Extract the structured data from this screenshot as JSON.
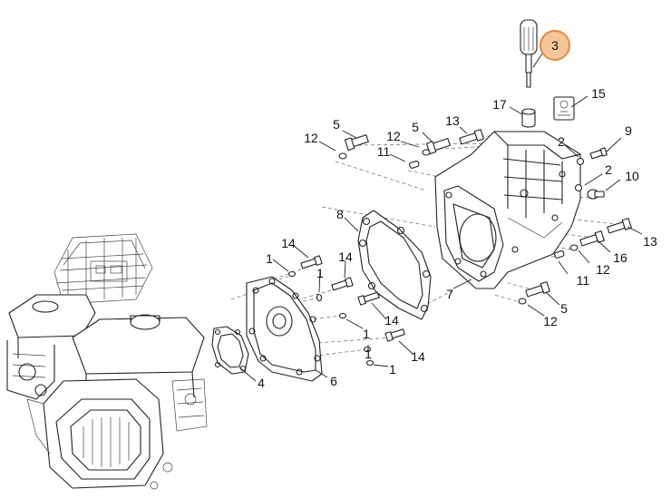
{
  "callouts": {
    "c3": "3",
    "c15": "15",
    "c17": "17",
    "c5a": "5",
    "c12a": "12",
    "c12b": "12",
    "c5b": "5",
    "c13a": "13",
    "c11a": "11",
    "c2a": "2",
    "c9": "9",
    "c2b": "2",
    "c10": "10",
    "c13b": "13",
    "c8": "8",
    "c7": "7",
    "c16": "16",
    "c12c": "12",
    "c11b": "11",
    "c5c": "5",
    "c12d": "12",
    "c14a": "14",
    "c1a": "1",
    "c1b": "1",
    "c14b": "14",
    "c14c": "14",
    "c1c": "1",
    "c1d": "1",
    "c14d": "14",
    "c1e": "1",
    "c4": "4",
    "c6": "6"
  },
  "colors": {
    "highlight_fill": "#f7c59a",
    "highlight_stroke": "#e08a3e",
    "line": "#222222"
  },
  "icons": {
    "part15": "torx-fastener-symbol-icon"
  }
}
